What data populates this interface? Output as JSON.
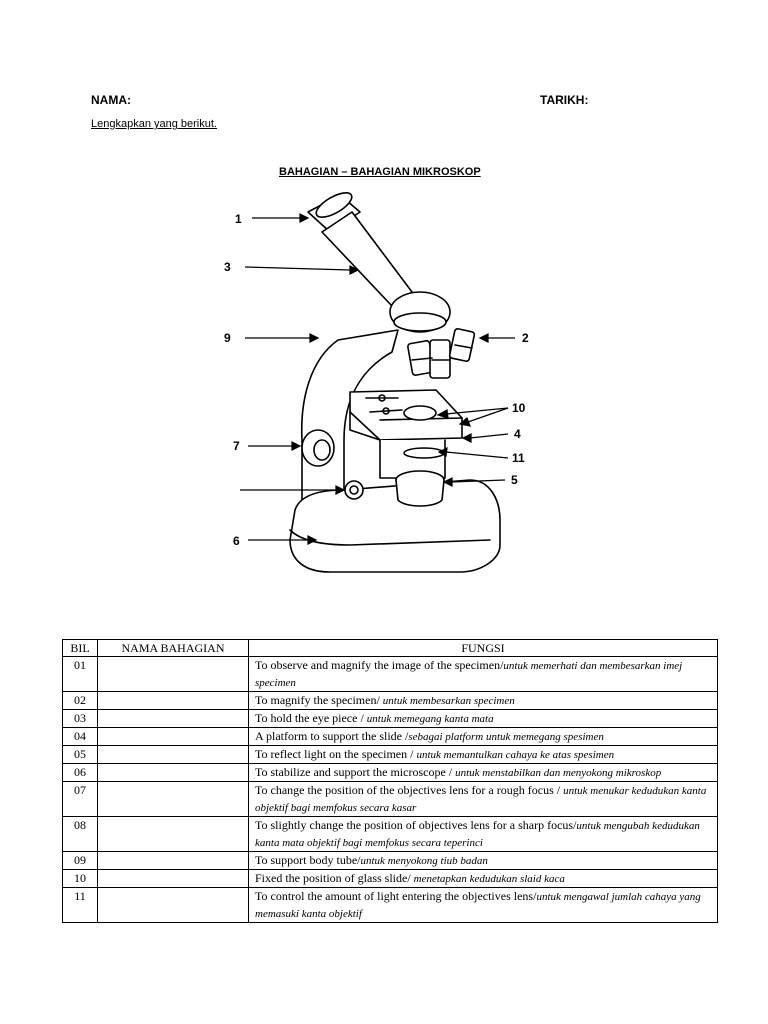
{
  "header": {
    "nama_label": "NAMA:",
    "tarikh_label": "TARIKH:"
  },
  "instruction": "Lengkapkan yang berikut.",
  "title": "BAHAGIAN – BAHAGIAN MIKROSKOP",
  "diagram": {
    "labels": [
      "1",
      "3",
      "9",
      "2",
      "10",
      "4",
      "7",
      "11",
      "5",
      "6"
    ]
  },
  "table": {
    "headers": [
      "BIL",
      "NAMA BAHAGIAN",
      "FUNGSI"
    ],
    "rows": [
      {
        "bil": "01",
        "en": "To observe and magnify the image of the specimen/",
        "ms": "untuk memerhati dan membesarkan imej specimen"
      },
      {
        "bil": "02",
        "en": "To magnify the specimen/ ",
        "ms": "untuk membesarkan specimen"
      },
      {
        "bil": "03",
        "en": "To hold the eye piece / ",
        "ms": "untuk memegang kanta mata"
      },
      {
        "bil": "04",
        "en": "A platform to support the slide /",
        "ms": "sebagai platform untuk memegang spesimen"
      },
      {
        "bil": "05",
        "en": "To reflect light on the specimen / ",
        "ms": "untuk memantulkan cahaya ke atas spesimen"
      },
      {
        "bil": "06",
        "en": "To stabilize and support the microscope / ",
        "ms": "untuk menstabilkan dan menyokong mikroskop"
      },
      {
        "bil": "07",
        "en": "To change the position of the objectives lens for a rough focus / ",
        "ms": "untuk menukar kedudukan kanta objektif bagi memfokus secara kasar"
      },
      {
        "bil": "08",
        "en": "To slightly change the position of objectives lens for a sharp focus/",
        "ms": "untuk mengubah kedudukan kanta mata objektif bagi memfokus secara teperinci"
      },
      {
        "bil": "09",
        "en": "To support body tube/",
        "ms": "untuk menyokong tiub badan"
      },
      {
        "bil": "10",
        "en": "Fixed the position of glass slide/ ",
        "ms": "menetapkan kedudukan slaid kaca"
      },
      {
        "bil": "11",
        "en": "To control the amount of light entering the objectives lens/",
        "ms": "untuk mengawal jumlah cahaya yang memasuki kanta objektif"
      }
    ]
  }
}
